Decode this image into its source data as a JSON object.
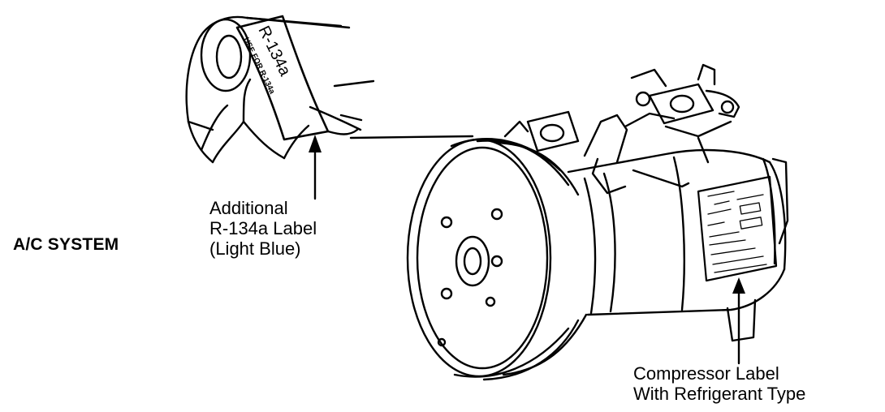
{
  "section_title": "A/C SYSTEM",
  "callouts": {
    "additional_label": [
      "Additional",
      "R-134a Label",
      "(Light Blue)"
    ],
    "compressor_label": [
      "Compressor Label",
      "With Refrigerant Type"
    ]
  },
  "tag_text": {
    "main": "R-134a",
    "sub": "USE FOR R-134a"
  },
  "colors": {
    "ink": "#000000",
    "paper": "#ffffff"
  }
}
